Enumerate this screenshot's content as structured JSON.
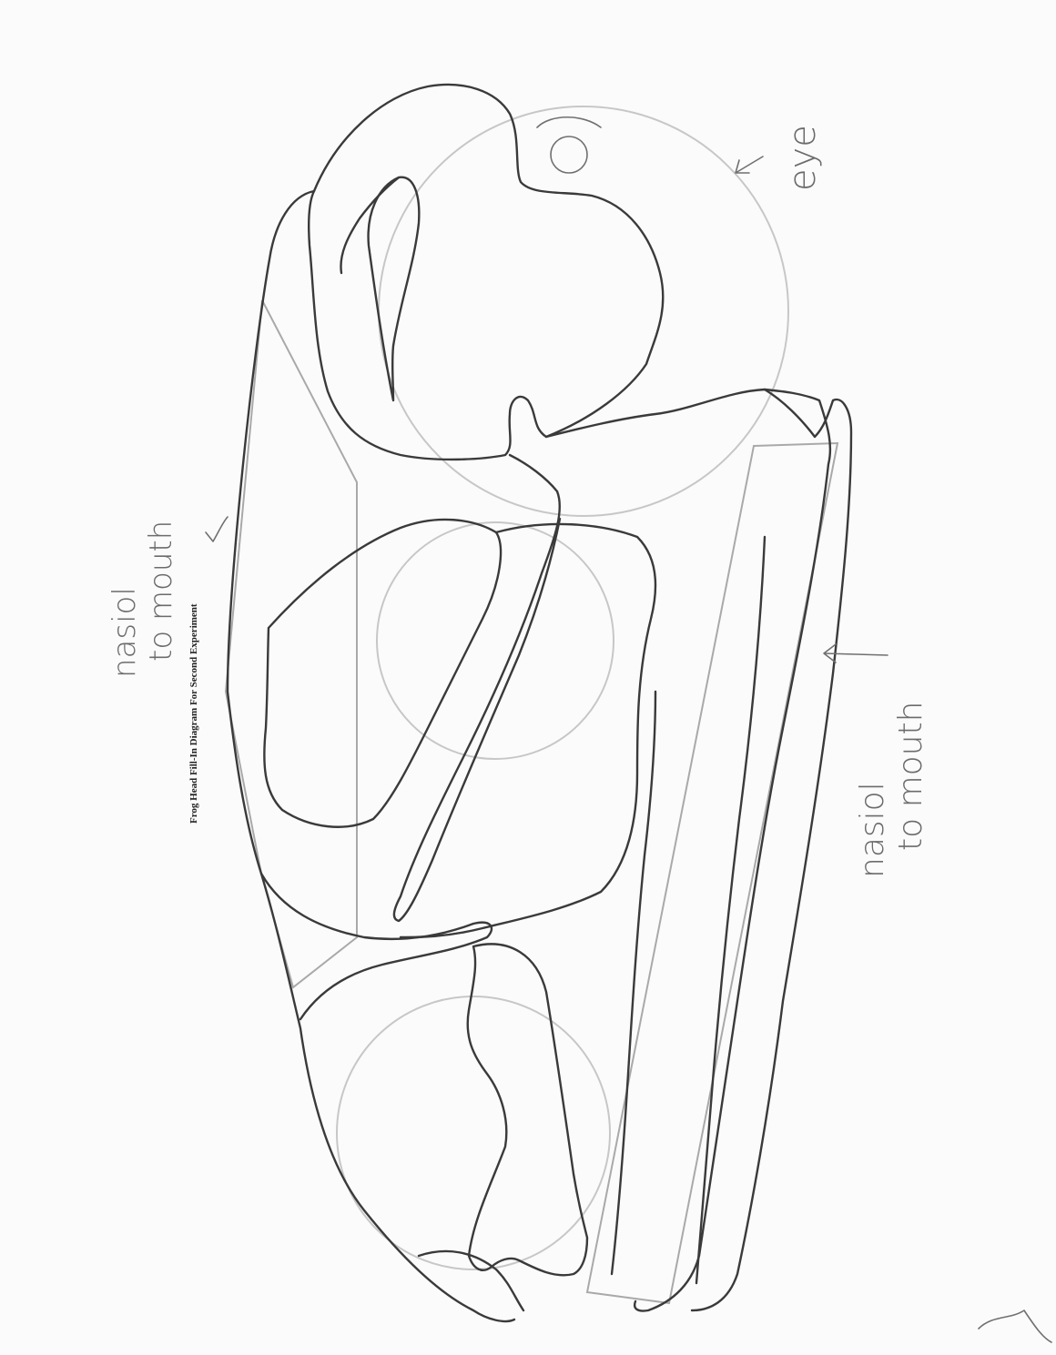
{
  "diagram": {
    "title": "Frog Head Fill-In Diagram For Second Experiment",
    "labels": {
      "eye": "eye",
      "nasion_mouth_top": [
        "nasiol",
        "to mouth"
      ],
      "nasion_mouth_bottom": [
        "nasiol",
        "to mouth"
      ]
    }
  },
  "colors": {
    "paper": "#fbfbfb",
    "outline": "#3a3a3a",
    "guide": "#c7c7c7",
    "pencil": "#6b6b6b"
  }
}
